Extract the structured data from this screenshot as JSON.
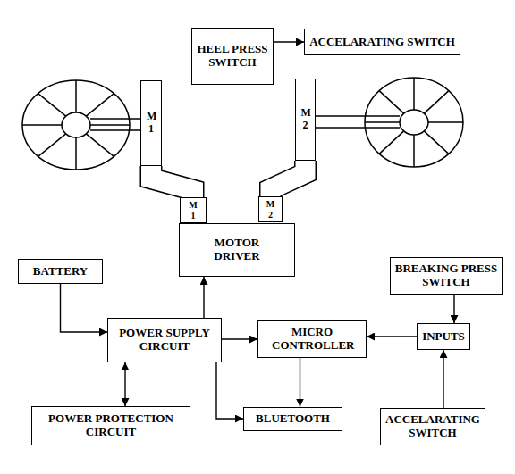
{
  "diagram": {
    "nodes": [
      {
        "text": [
          "HEEL PRESS SWITCH"
        ]
      },
      {
        "text": [
          "ACCELARATING SWITCH"
        ]
      },
      {
        "text": [
          "M 1"
        ]
      },
      {
        "text": [
          "M 2"
        ]
      },
      {
        "text": [
          "M 1"
        ]
      },
      {
        "text": [
          "M 2"
        ]
      },
      {
        "text": [
          "MOTOR DRIVER"
        ]
      },
      {
        "text": [
          "BATTERY"
        ]
      },
      {
        "text": [
          "BREAKING PRESS SWITCH"
        ]
      },
      {
        "text": [
          "POWER SUPPLY CIRCUIT"
        ]
      },
      {
        "text": [
          "MICRO CONTROLLER"
        ]
      },
      {
        "text": [
          "INPUTS"
        ]
      },
      {
        "text": [
          "POWER PROTECTION CIRCUIT"
        ]
      },
      {
        "text": [
          "BLUETOOTH"
        ]
      },
      {
        "text": [
          "ACCELARATING SWITCH"
        ]
      }
    ],
    "edges": [
      {
        "from": 0,
        "to": 1,
        "arrow": "to"
      },
      {
        "from": 2,
        "to": 4,
        "arrow": "none"
      },
      {
        "from": 3,
        "to": 5,
        "arrow": "none"
      },
      {
        "from": 9,
        "to": 6,
        "arrow": "to"
      },
      {
        "from": 7,
        "to": 9,
        "arrow": "to"
      },
      {
        "from": 9,
        "to": 12,
        "arrow": "both"
      },
      {
        "from": 9,
        "to": 10,
        "arrow": "to"
      },
      {
        "from": 9,
        "to": 13,
        "arrow": "to"
      },
      {
        "from": 10,
        "to": 13,
        "arrow": "to"
      },
      {
        "from": 11,
        "to": 10,
        "arrow": "to"
      },
      {
        "from": 8,
        "to": 11,
        "arrow": "to"
      },
      {
        "from": 14,
        "to": 11,
        "arrow": "to"
      }
    ]
  }
}
